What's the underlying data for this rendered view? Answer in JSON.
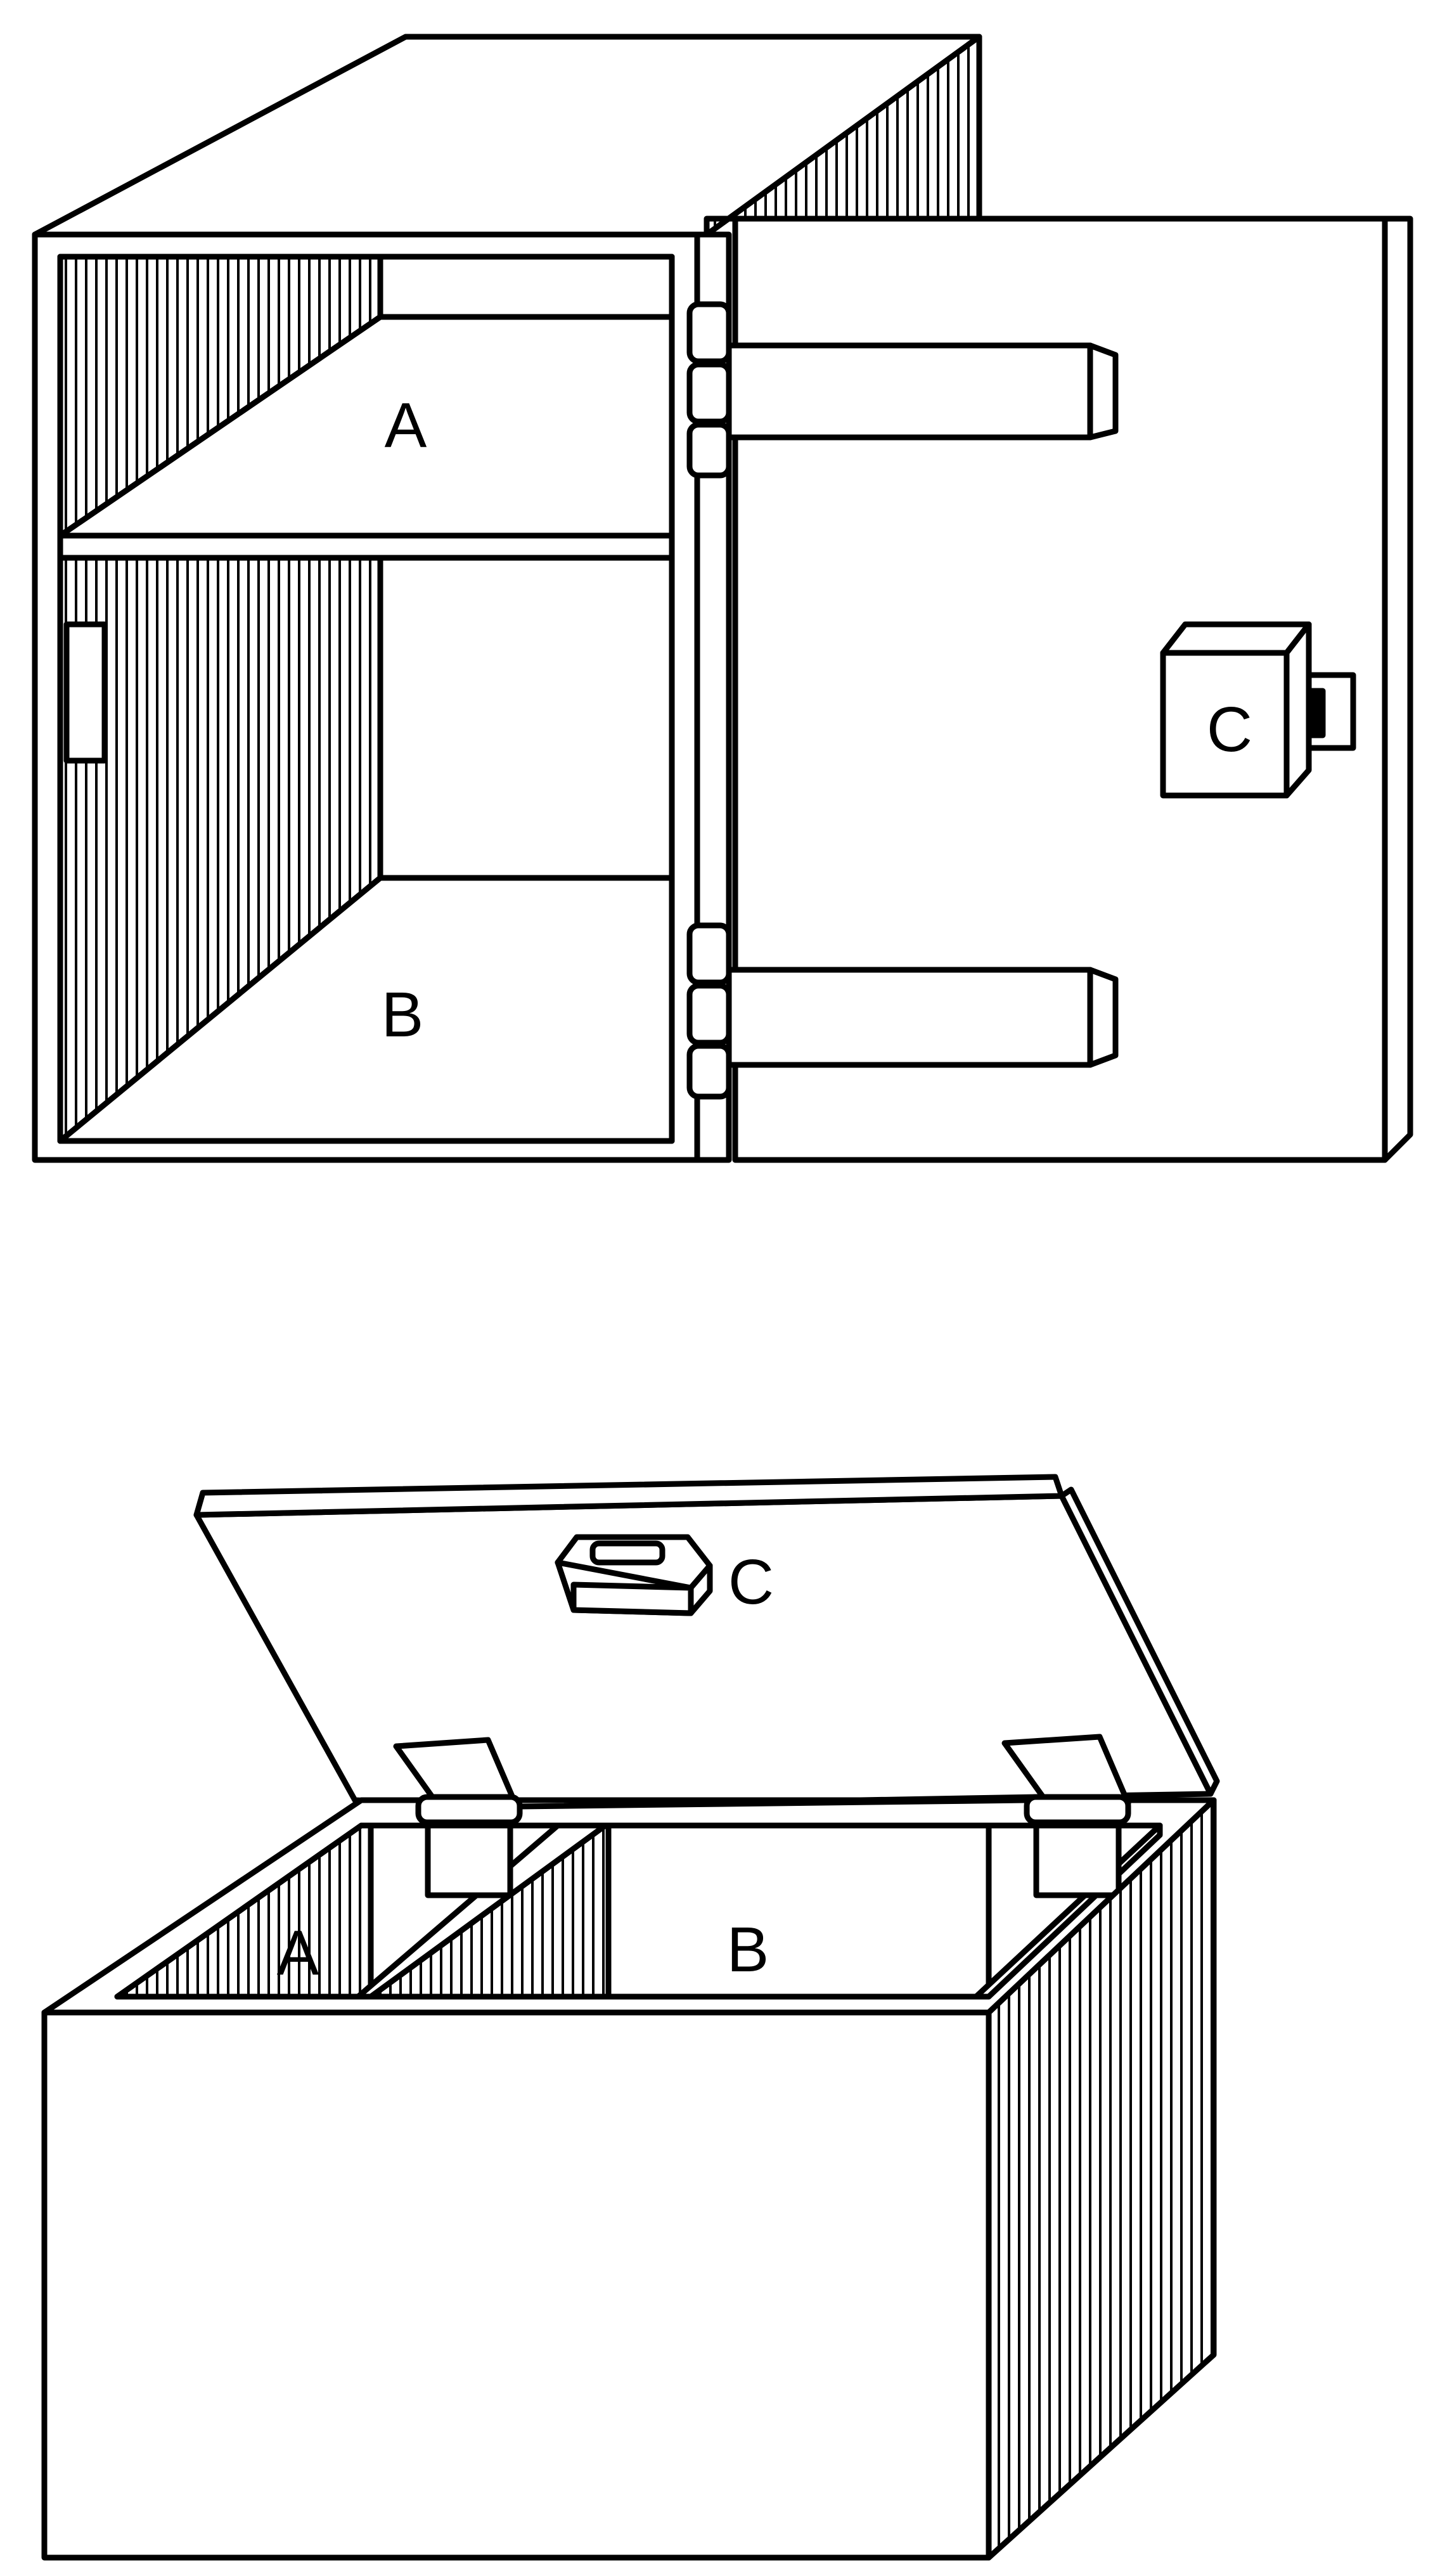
{
  "colors": {
    "ink": "#000000",
    "paper": "#ffffff"
  },
  "cabinet": {
    "label_top_shelf": "A",
    "label_bottom_compartment": "B",
    "label_door_lock": "C"
  },
  "chest": {
    "label_left_compartment": "A",
    "label_right_compartment": "B",
    "label_lid_lock": "C"
  }
}
